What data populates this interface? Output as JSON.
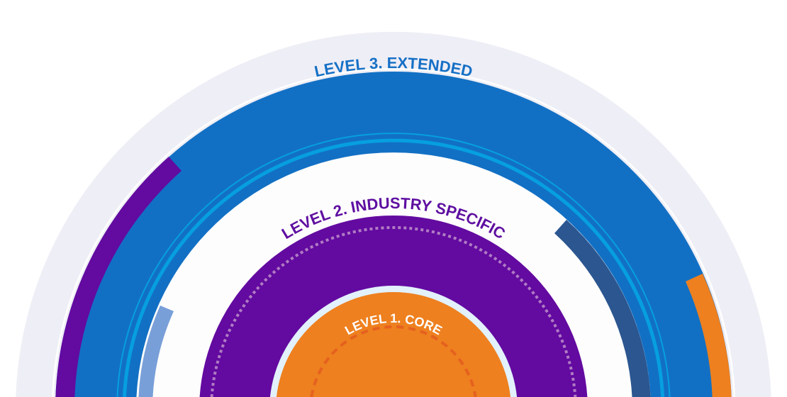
{
  "diagram": {
    "levels": [
      {
        "label": "LEVEL 3. EXTENDED",
        "color": "#1570c5"
      },
      {
        "label": "LEVEL 2. INDUSTRY SPECIFIC",
        "color": "#5e0ea0"
      },
      {
        "label": "LEVEL 1. CORE",
        "color": "#ffffff"
      }
    ],
    "colors": {
      "outer_band": "#eeeef6",
      "extended_ring": "#1270c4",
      "accent_lines": "#069fe0",
      "industry_disk": "#630aa0",
      "core_disk": "#ee801f",
      "core_halo": "#e2f1fb",
      "segment_purple": "#630aa0",
      "segment_light_blue": "#789fd8",
      "segment_dark_blue": "#2b5690",
      "segment_orange": "#ee801f"
    }
  }
}
